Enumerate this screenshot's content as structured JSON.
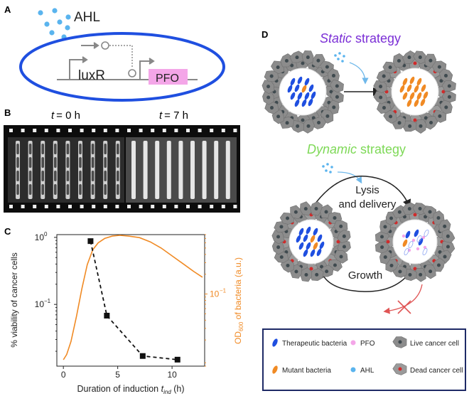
{
  "panels": {
    "a": {
      "label": "A",
      "signal": "AHL",
      "gene_1": "luxR",
      "gene_2": "PFO"
    },
    "b": {
      "label": "B",
      "time_left": "= 0 h",
      "time_right": "= 7 h",
      "time_var": "t"
    },
    "c": {
      "label": "C"
    },
    "d": {
      "label": "D",
      "static_title_em": "Static",
      "static_title_rest": " strategy",
      "dynamic_title_em": "Dynamic",
      "dynamic_title_rest": " strategy",
      "lysis_line1": "Lysis",
      "lysis_line2": "and delivery",
      "growth": "Growth"
    },
    "legend": {
      "therapeutic": "Therapeutic bacteria",
      "pfo": "PFO",
      "live": "Live cancer cell",
      "mutant": "Mutant bacteria",
      "ahl": "AHL",
      "dead": "Dead cancer cell"
    }
  },
  "colors": {
    "static_purple": "#7b2fd6",
    "dynamic_green": "#7ed957",
    "od_orange": "#f08a24",
    "membrane_blue": "#1f4fe0",
    "pfo_pink": "#f4a6e8",
    "ahl_blue": "#5ab4ee"
  },
  "chart_data": {
    "type": "line",
    "xlabel_main": "Duration of induction ",
    "xlabel_sub": "ind",
    "xlabel_var": "t",
    "xlabel_unit": " (h)",
    "ylabel_left": "% viability of cancer cells",
    "ylabel_right_pre": "OD",
    "ylabel_right_sub": "600",
    "ylabel_right_post": " of bacteria (a.u.)",
    "x_ticks": [
      0,
      5,
      10
    ],
    "xlim": [
      -0.6,
      13.0
    ],
    "left_axis": {
      "scale": "log",
      "ylim": [
        0.012,
        1.1
      ],
      "ticks": [
        {
          "v": 1,
          "label": "10"
        },
        {
          "v": 0.1,
          "label": "10"
        }
      ],
      "tick_exp": [
        "0",
        "−1"
      ]
    },
    "right_axis": {
      "scale": "log",
      "ylim": [
        0.008,
        0.8
      ],
      "ticks": [
        {
          "v": 0.1,
          "label": "10"
        }
      ],
      "tick_exp": [
        "−1"
      ]
    },
    "series": [
      {
        "axis": "left",
        "style": "dashed-square",
        "x": [
          2.5,
          4.0,
          7.3,
          10.5
        ],
        "y": [
          0.88,
          0.068,
          0.017,
          0.015
        ]
      },
      {
        "axis": "right",
        "style": "line",
        "x": [
          0,
          0.3,
          0.7,
          1.2,
          1.7,
          2.2,
          2.7,
          3.2,
          3.8,
          4.5,
          5.2,
          6.0,
          7.0,
          8.0,
          9.0,
          10.0,
          11.0,
          12.0,
          12.8
        ],
        "y": [
          0.01,
          0.012,
          0.019,
          0.045,
          0.12,
          0.28,
          0.47,
          0.6,
          0.7,
          0.76,
          0.78,
          0.76,
          0.72,
          0.62,
          0.5,
          0.38,
          0.29,
          0.22,
          0.18
        ]
      }
    ]
  }
}
